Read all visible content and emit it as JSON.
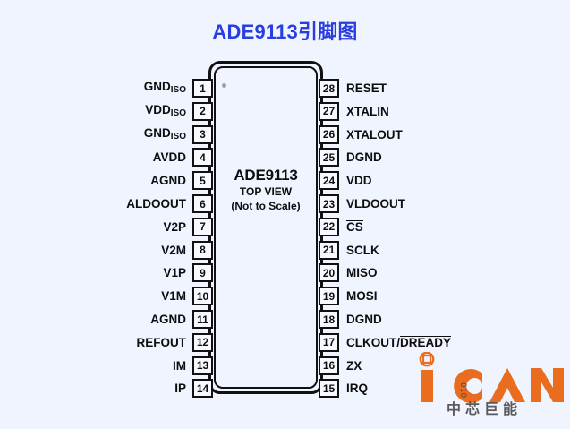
{
  "page": {
    "background_color": "#eff4fe",
    "title": "ADE9113引脚图",
    "title_color": "#2a3de0"
  },
  "chip": {
    "part_number": "ADE9113",
    "view_label": "TOP VIEW",
    "scale_note": "(Not to Scale)",
    "pin1_marker": "pin1-dot"
  },
  "pins": {
    "left": [
      {
        "number": "1",
        "base": "GND",
        "sub": "ISO",
        "overline": ""
      },
      {
        "number": "2",
        "base": "VDD",
        "sub": "ISO",
        "overline": ""
      },
      {
        "number": "3",
        "base": "GND",
        "sub": "ISO",
        "overline": ""
      },
      {
        "number": "4",
        "base": "AVDD",
        "sub": "",
        "overline": ""
      },
      {
        "number": "5",
        "base": "AGND",
        "sub": "",
        "overline": ""
      },
      {
        "number": "6",
        "base": "ALDOOUT",
        "sub": "",
        "overline": ""
      },
      {
        "number": "7",
        "base": "V2P",
        "sub": "",
        "overline": ""
      },
      {
        "number": "8",
        "base": "V2M",
        "sub": "",
        "overline": ""
      },
      {
        "number": "9",
        "base": "V1P",
        "sub": "",
        "overline": ""
      },
      {
        "number": "10",
        "base": "V1M",
        "sub": "",
        "overline": ""
      },
      {
        "number": "11",
        "base": "AGND",
        "sub": "",
        "overline": ""
      },
      {
        "number": "12",
        "base": "REFOUT",
        "sub": "",
        "overline": ""
      },
      {
        "number": "13",
        "base": "IM",
        "sub": "",
        "overline": ""
      },
      {
        "number": "14",
        "base": "IP",
        "sub": "",
        "overline": ""
      }
    ],
    "right": [
      {
        "number": "28",
        "base": "",
        "sub": "",
        "overline": "RESET"
      },
      {
        "number": "27",
        "base": "XTALIN",
        "sub": "",
        "overline": ""
      },
      {
        "number": "26",
        "base": "XTALOUT",
        "sub": "",
        "overline": ""
      },
      {
        "number": "25",
        "base": "DGND",
        "sub": "",
        "overline": ""
      },
      {
        "number": "24",
        "base": "VDD",
        "sub": "",
        "overline": ""
      },
      {
        "number": "23",
        "base": "VLDOOUT",
        "sub": "",
        "overline": ""
      },
      {
        "number": "22",
        "base": "",
        "sub": "",
        "overline": "CS"
      },
      {
        "number": "21",
        "base": "SCLK",
        "sub": "",
        "overline": ""
      },
      {
        "number": "20",
        "base": "MISO",
        "sub": "",
        "overline": ""
      },
      {
        "number": "19",
        "base": "MOSI",
        "sub": "",
        "overline": ""
      },
      {
        "number": "18",
        "base": "DGND",
        "sub": "",
        "overline": ""
      },
      {
        "number": "17",
        "base": "CLKOUT/",
        "sub": "",
        "overline": "DREADY"
      },
      {
        "number": "16",
        "base": "ZX",
        "sub": "",
        "overline": ""
      },
      {
        "number": "15",
        "base": "",
        "sub": "",
        "overline": "IRQ"
      }
    ]
  },
  "logo": {
    "wordmark": "iCAN",
    "binary_text": "010",
    "chinese_text": "中芯巨能",
    "color": "#ea6c1e",
    "chinese_color": "#5a5a5a"
  }
}
